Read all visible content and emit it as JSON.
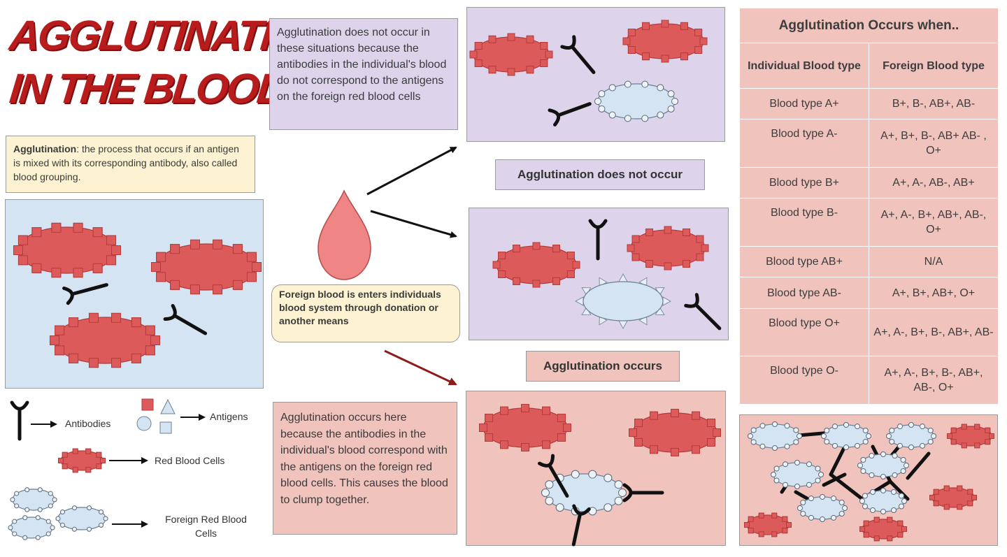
{
  "title": {
    "line1": "AGGLUTINATION",
    "line2": "IN THE BLOOD"
  },
  "definition": {
    "term": "Agglutination",
    "text": ": the process that occurs if an antigen is mixed with its corresponding antibody, also called blood grouping."
  },
  "no_agglutination_note": "Agglutination does not occur in these situations because the antibodies in the individual's blood do not correspond to the antigens on the foreign red blood cells",
  "agglutination_note": "Agglutination occurs here because the antibodies in the individual's blood correspond with the antigens on the foreign red blood cells. This causes the blood to clump together.",
  "foreign_blood_note": "Foreign blood is enters individuals blood system through donation or another means",
  "label_not_occur": "Agglutination does not occur",
  "label_occurs": "Agglutination occurs",
  "legend": {
    "antibodies": "Antibodies",
    "antigens": "Antigens",
    "red_blood_cells": "Red Blood Cells",
    "foreign_red_blood_cells": "Foreign Red Blood Cells"
  },
  "table": {
    "title": "Agglutination Occurs when..",
    "headers": [
      "Individual Blood type",
      "Foreign Blood type"
    ],
    "rows": [
      [
        "Blood type A+",
        "B+, B-, AB+, AB-"
      ],
      [
        "Blood type A-",
        "A+, B+, B-, AB+ AB- , O+"
      ],
      [
        "Blood type B+",
        "A+, A-, AB-, AB+"
      ],
      [
        "Blood type B-",
        "A+, A-, B+, AB+, AB-, O+"
      ],
      [
        "Blood type AB+",
        "N/A"
      ],
      [
        "Blood type AB-",
        "A+, B+, AB+, O+"
      ],
      [
        "Blood type O+",
        "A+, A-, B+, B-, AB+, AB-"
      ],
      [
        "Blood type O-",
        "A+, A-, B+, B-, AB+, AB-, O+"
      ]
    ]
  },
  "colors": {
    "title_red": "#b81c1c",
    "red_cell": "#dd5a5a",
    "blue_cell": "#d5e4f2",
    "yellow_box": "#fdf3d2",
    "lavender_box": "#ddd4ec",
    "pink_box": "#f0c3bd",
    "drop": "#f08585"
  }
}
